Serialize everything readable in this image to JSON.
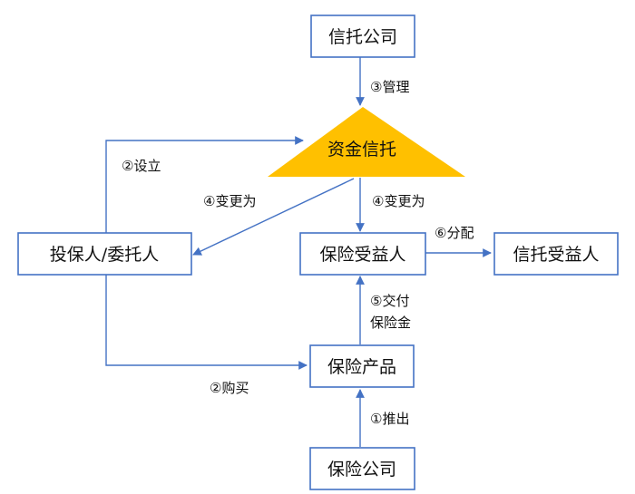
{
  "colors": {
    "box_border": "#4472c4",
    "arrow": "#4472c4",
    "triangle_fill": "#ffc000",
    "text": "#111111"
  },
  "nodes": {
    "trust_company": "信托公司",
    "capital_trust": "资金信托",
    "policyholder_settlor": "投保人/委托人",
    "insurance_beneficiary": "保险受益人",
    "trust_beneficiary": "信托受益人",
    "insurance_product": "保险产品",
    "insurance_company": "保险公司"
  },
  "edges": {
    "manage": "③管理",
    "establish": "②设立",
    "change_left": "④变更为",
    "change_right": "④变更为",
    "distribute": "⑥分配",
    "deliver_line1": "⑤交付",
    "deliver_line2": "保险金",
    "purchase": "②购买",
    "launch": "①推出"
  }
}
